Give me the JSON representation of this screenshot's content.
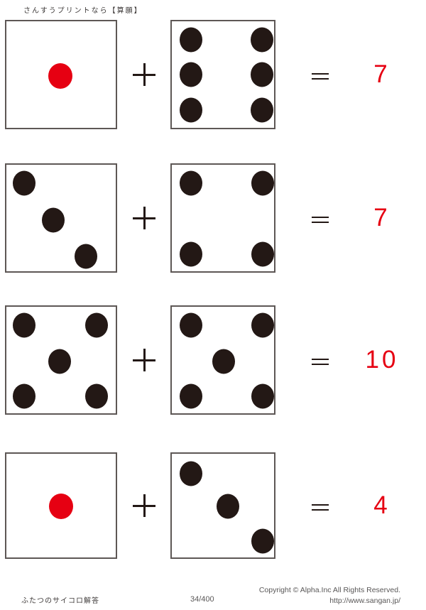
{
  "header": {
    "title": "さんすうプリントなら【算願】"
  },
  "colors": {
    "answer_red": "#e60012",
    "pip_red": "#e60012",
    "pip_black": "#231815",
    "die_border": "#5d5755",
    "text_dark": "#3e3a39",
    "text_gray": "#595757"
  },
  "problems": [
    {
      "operator": "+",
      "equals_sign": "=",
      "answer": "7",
      "left_die": {
        "value": 1,
        "color": "red",
        "pips": [
          [
            49.5,
            51
          ]
        ]
      },
      "right_die": {
        "value": 6,
        "color": "black",
        "pips": [
          [
            18.5,
            17
          ],
          [
            18.5,
            50
          ],
          [
            18.5,
            83
          ],
          [
            88.5,
            17
          ],
          [
            88.5,
            50
          ],
          [
            88.5,
            83
          ]
        ]
      }
    },
    {
      "operator": "+",
      "equals_sign": "=",
      "answer": "7",
      "left_die": {
        "value": 3,
        "color": "black",
        "pips": [
          [
            16,
            17
          ],
          [
            43,
            52
          ],
          [
            73,
            86
          ]
        ]
      },
      "right_die": {
        "value": 4,
        "color": "black",
        "pips": [
          [
            19,
            17
          ],
          [
            89,
            17
          ],
          [
            19,
            84
          ],
          [
            89,
            84
          ]
        ]
      }
    },
    {
      "operator": "+",
      "equals_sign": "=",
      "answer": "10",
      "left_die": {
        "value": 5,
        "color": "black",
        "pips": [
          [
            16.5,
            17
          ],
          [
            82.5,
            17
          ],
          [
            49,
            51
          ],
          [
            16.5,
            84
          ],
          [
            82.5,
            84
          ]
        ]
      },
      "right_die": {
        "value": 5,
        "color": "black",
        "pips": [
          [
            19,
            17
          ],
          [
            89,
            17
          ],
          [
            51,
            51
          ],
          [
            19,
            84
          ],
          [
            89,
            84
          ]
        ]
      }
    },
    {
      "operator": "+",
      "equals_sign": "=",
      "answer": "4",
      "left_die": {
        "value": 1,
        "color": "red",
        "pips": [
          [
            50,
            51
          ]
        ]
      },
      "right_die": {
        "value": 3,
        "color": "black",
        "pips": [
          [
            19,
            19
          ],
          [
            55,
            51
          ],
          [
            89,
            84
          ]
        ]
      }
    }
  ],
  "footer": {
    "left_label": "ふたつのサイコロ解答",
    "page_number": "34/400",
    "copyright_line1": "Copyright ©  Alpha.Inc All Rights Reserved.",
    "copyright_line2": "http://www.sangan.jp/"
  }
}
